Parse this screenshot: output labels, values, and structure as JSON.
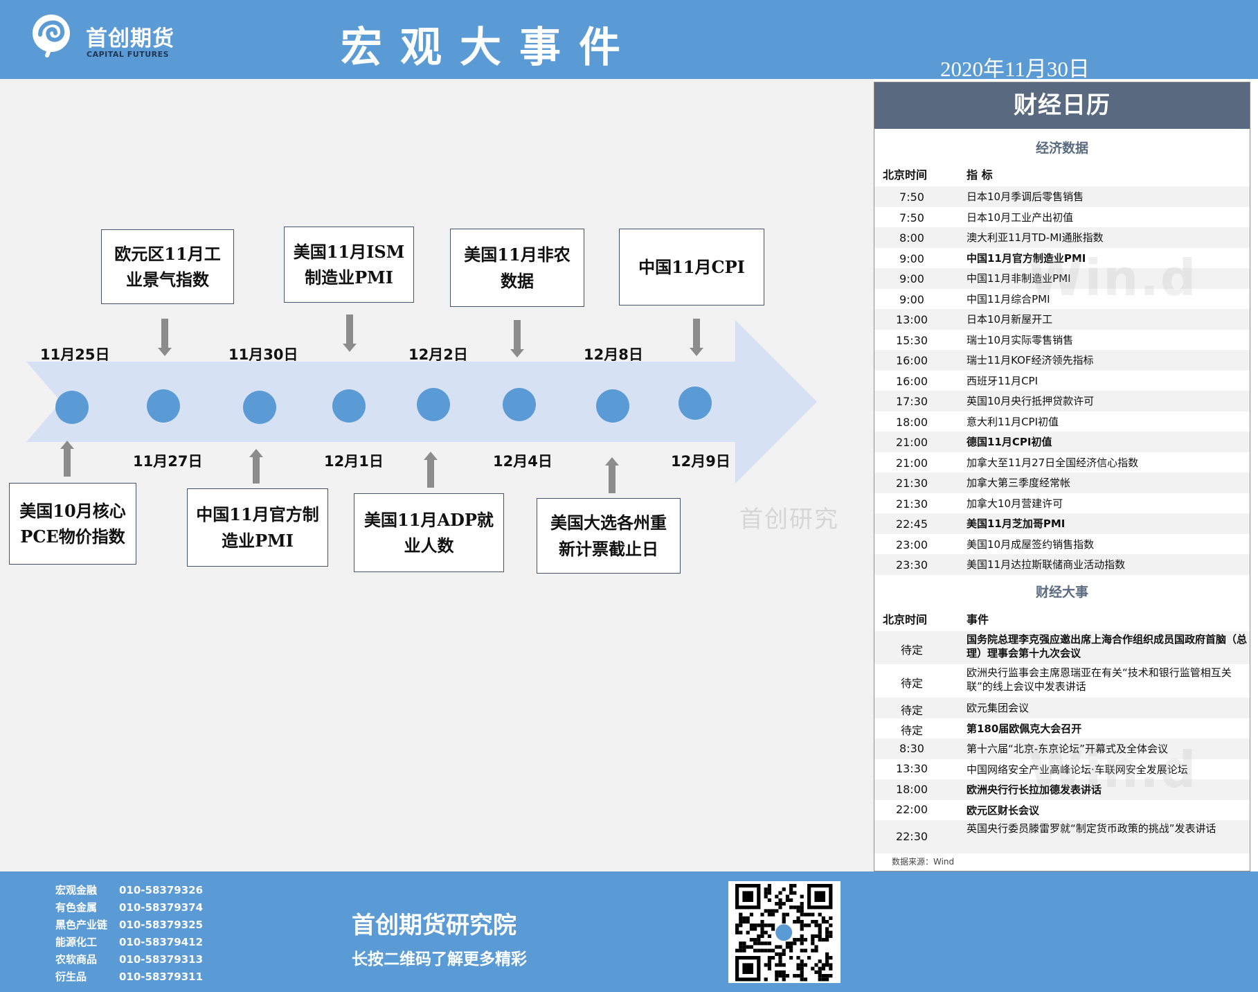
{
  "header": {
    "brand_cn": "首创期货",
    "brand_en": "CAPITAL FUTURES",
    "title": "宏观大事件",
    "date": "2020年11月30日"
  },
  "watermark": "首创研究",
  "timeline": {
    "dates_top": [
      "11月25日",
      "11月30日",
      "12月2日",
      "12月8日"
    ],
    "dates_bottom": [
      "11月27日",
      "12月1日",
      "12月4日",
      "12月9日"
    ],
    "events_top": [
      "欧元区11月工业景气指数",
      "美国11月ISM制造业PMI",
      "美国11月非农数据",
      "中国11月CPI"
    ],
    "events_bottom": [
      "美国10月核心PCE物价指数",
      "中国11月官方制造业PMI",
      "美国11月ADP就业人数",
      "美国大选各州重新计票截止日"
    ]
  },
  "calendar": {
    "title": "财经日历",
    "econ_title": "经济数据",
    "econ_col_time": "北京时间",
    "econ_col_item": "指  标",
    "econ_rows": [
      {
        "time": "7:50",
        "item": "日本10月季调后零售销售",
        "bold": false
      },
      {
        "time": "7:50",
        "item": "日本10月工业产出初值",
        "bold": false
      },
      {
        "time": "8:00",
        "item": "澳大利亚11月TD-MI通胀指数",
        "bold": false
      },
      {
        "time": "9:00",
        "item": "中国11月官方制造业PMI",
        "bold": true
      },
      {
        "time": "9:00",
        "item": "中国11月非制造业PMI",
        "bold": false
      },
      {
        "time": "9:00",
        "item": "中国11月综合PMI",
        "bold": false
      },
      {
        "time": "13:00",
        "item": "日本10月新屋开工",
        "bold": false
      },
      {
        "time": "15:30",
        "item": "瑞士10月实际零售销售",
        "bold": false
      },
      {
        "time": "16:00",
        "item": "瑞士11月KOF经济领先指标",
        "bold": false
      },
      {
        "time": "16:00",
        "item": "西班牙11月CPI",
        "bold": false
      },
      {
        "time": "17:30",
        "item": "英国10月央行抵押贷款许可",
        "bold": false
      },
      {
        "time": "18:00",
        "item": "意大利11月CPI初值",
        "bold": false
      },
      {
        "time": "21:00",
        "item": "德国11月CPI初值",
        "bold": true
      },
      {
        "time": "21:00",
        "item": "加拿大至11月27日全国经济信心指数",
        "bold": false
      },
      {
        "time": "21:30",
        "item": "加拿大第三季度经常帐",
        "bold": false
      },
      {
        "time": "21:30",
        "item": "加拿大10月营建许可",
        "bold": false
      },
      {
        "time": "22:45",
        "item": "美国11月芝加哥PMI",
        "bold": true
      },
      {
        "time": "23:00",
        "item": "美国10月成屋签约销售指数",
        "bold": false
      },
      {
        "time": "23:30",
        "item": "美国11月达拉斯联储商业活动指数",
        "bold": false
      }
    ],
    "events_title": "财经大事",
    "events_col_time": "北京时间",
    "events_col_item": "事件",
    "event_rows": [
      {
        "time": "待定",
        "item": "国务院总理李克强应邀出席上海合作组织成员国政府首脑（总理）理事会第十九次会议",
        "bold": true
      },
      {
        "time": "待定",
        "item": "欧洲央行监事会主席恩瑞亚在有关“技术和银行监管相互关联”的线上会议中发表讲话",
        "bold": false
      },
      {
        "time": "待定",
        "item": "欧元集团会议",
        "bold": false
      },
      {
        "time": "待定",
        "item": "第180届欧佩克大会召开",
        "bold": true
      },
      {
        "time": "8:30",
        "item": "第十六届“北京-东京论坛”开幕式及全体会议",
        "bold": false
      },
      {
        "time": "13:30",
        "item": "中国网络安全产业高峰论坛·车联网安全发展论坛",
        "bold": false
      },
      {
        "time": "18:00",
        "item": "欧洲央行行长拉加德发表讲话",
        "bold": true
      },
      {
        "time": "22:00",
        "item": "欧元区财长会议",
        "bold": true
      },
      {
        "time": "22:30",
        "item": "英国央行委员滕雷罗就“制定货币政策的挑战”发表讲话",
        "bold": false
      }
    ],
    "source": "数据来源：Wind",
    "wind_wm": "Win.d"
  },
  "footer": {
    "contacts": [
      {
        "name": "宏观金融",
        "phone": "010-58379326"
      },
      {
        "name": "有色金属",
        "phone": "010-58379374"
      },
      {
        "name": "黑色产业链",
        "phone": "010-58379325"
      },
      {
        "name": "能源化工",
        "phone": "010-58379412"
      },
      {
        "name": "农软商品",
        "phone": "010-58379313"
      },
      {
        "name": "衍生品",
        "phone": "010-58379311"
      }
    ],
    "institute": "首创期货研究院",
    "slogan": "长按二维码了解更多精彩"
  },
  "colors": {
    "header_bg": "#5b9bd5",
    "arrow": "#d6e2f3",
    "dot": "#5b9bd5",
    "calendar_header": "#596a80"
  }
}
